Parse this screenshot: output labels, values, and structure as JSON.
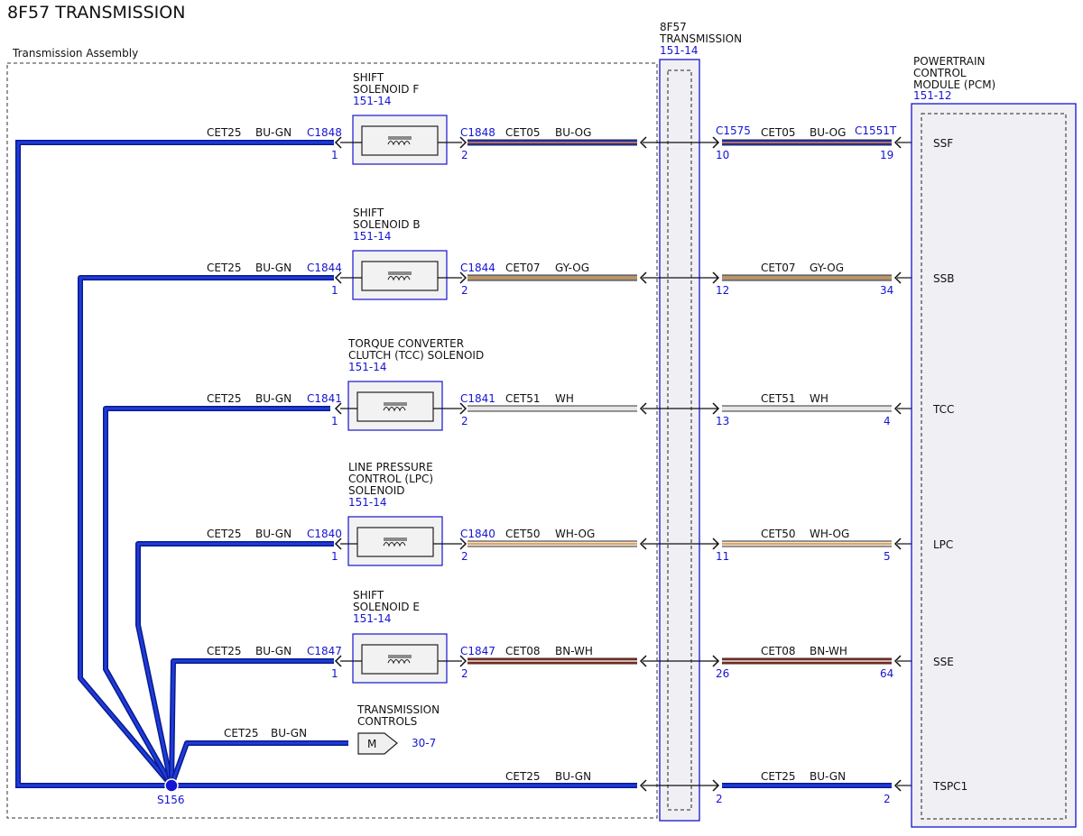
{
  "title": "8F57 TRANSMISSION",
  "assembly_label": "Transmission Assembly",
  "inline_connector": {
    "label": [
      "8F57",
      "TRANSMISSION"
    ],
    "ref": "151-14"
  },
  "pcm": {
    "label": [
      "POWERTRAIN",
      "CONTROL",
      "MODULE (PCM)"
    ],
    "ref": "151-12"
  },
  "colors": {
    "BU": "#1428c8",
    "GN": "#2a8a3a",
    "OG": "#f08a1c",
    "GY": "#9a9a9a",
    "WH": "#e6e6e6",
    "BN": "#8b2418",
    "accent": "#1414d2"
  },
  "splice": {
    "id": "S156"
  },
  "ground_wire": {
    "circuit": "CET25",
    "color": "BU-GN"
  },
  "circuits": [
    {
      "component": [
        "SHIFT",
        "SOLENOID F"
      ],
      "ref": "151-14",
      "icon": "solenoid-coil-icon",
      "gnd_circuit": "CET25",
      "gnd_color": "BU-GN",
      "conn": "C1848",
      "pin_in": "1",
      "pin_out": "2",
      "circuit": "CET05",
      "color": "BU-OG",
      "pcm_circuit": "CET05",
      "pcm_color": "BU-OG",
      "inline_conn": "C1575",
      "inline_pin": "10",
      "pcm_conn": "C1551T",
      "pcm_pin": "19",
      "signal": "SSF"
    },
    {
      "component": [
        "SHIFT",
        "SOLENOID B"
      ],
      "ref": "151-14",
      "icon": "solenoid-coil-icon",
      "gnd_circuit": "CET25",
      "gnd_color": "BU-GN",
      "conn": "C1844",
      "pin_in": "1",
      "pin_out": "2",
      "circuit": "CET07",
      "color": "GY-OG",
      "pcm_circuit": "CET07",
      "pcm_color": "GY-OG",
      "inline_conn": "",
      "inline_pin": "12",
      "pcm_conn": "",
      "pcm_pin": "34",
      "signal": "SSB"
    },
    {
      "component": [
        "TORQUE CONVERTER",
        "CLUTCH (TCC) SOLENOID"
      ],
      "ref": "151-14",
      "icon": "solenoid-coil-icon",
      "gnd_circuit": "CET25",
      "gnd_color": "BU-GN",
      "conn": "C1841",
      "pin_in": "1",
      "pin_out": "2",
      "circuit": "CET51",
      "color": "WH",
      "pcm_circuit": "CET51",
      "pcm_color": "WH",
      "inline_conn": "",
      "inline_pin": "13",
      "pcm_conn": "",
      "pcm_pin": "4",
      "signal": "TCC"
    },
    {
      "component": [
        "LINE PRESSURE",
        "CONTROL (LPC)",
        "SOLENOID"
      ],
      "ref": "151-14",
      "icon": "solenoid-coil-icon",
      "gnd_circuit": "CET25",
      "gnd_color": "BU-GN",
      "conn": "C1840",
      "pin_in": "1",
      "pin_out": "2",
      "circuit": "CET50",
      "color": "WH-OG",
      "pcm_circuit": "CET50",
      "pcm_color": "WH-OG",
      "inline_conn": "",
      "inline_pin": "11",
      "pcm_conn": "",
      "pcm_pin": "5",
      "signal": "LPC"
    },
    {
      "component": [
        "SHIFT",
        "SOLENOID E"
      ],
      "ref": "151-14",
      "icon": "solenoid-coil-icon",
      "gnd_circuit": "CET25",
      "gnd_color": "BU-GN",
      "conn": "C1847",
      "pin_in": "1",
      "pin_out": "2",
      "circuit": "CET08",
      "color": "BN-WH",
      "pcm_circuit": "CET08",
      "pcm_color": "BN-WH",
      "inline_conn": "",
      "inline_pin": "26",
      "pcm_conn": "",
      "pcm_pin": "64",
      "signal": "SSE"
    }
  ],
  "controls_branch": {
    "circuit": "CET25",
    "color": "BU-GN",
    "label": [
      "TRANSMISSION",
      "CONTROLS"
    ],
    "symbol": "M",
    "ref": "30-7"
  },
  "bottom_wire": {
    "circuit": "CET25",
    "color": "BU-GN",
    "pcm_circuit": "CET25",
    "pcm_color": "BU-GN",
    "inline_pin": "2",
    "pcm_pin": "2",
    "signal": "TSPC1"
  }
}
